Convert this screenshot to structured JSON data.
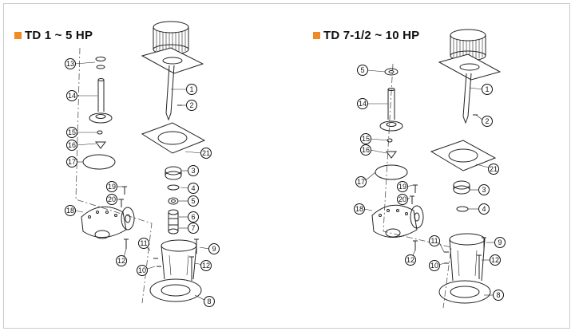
{
  "accent_color": "#f08a24",
  "diagrams": [
    {
      "title": "TD 1 ~ 5 HP",
      "labels": [
        "1",
        "2",
        "3",
        "4",
        "5",
        "6",
        "7",
        "8",
        "9",
        "10",
        "11",
        "12",
        "12",
        "13",
        "14",
        "15",
        "16",
        "17",
        "18",
        "19",
        "20",
        "21"
      ]
    },
    {
      "title": "TD 7-1/2 ~ 10 HP",
      "labels": [
        "1",
        "2",
        "3",
        "4",
        "5",
        "8",
        "9",
        "10",
        "11",
        "12",
        "12",
        "14",
        "15",
        "16",
        "17",
        "18",
        "19",
        "20",
        "21"
      ]
    }
  ]
}
